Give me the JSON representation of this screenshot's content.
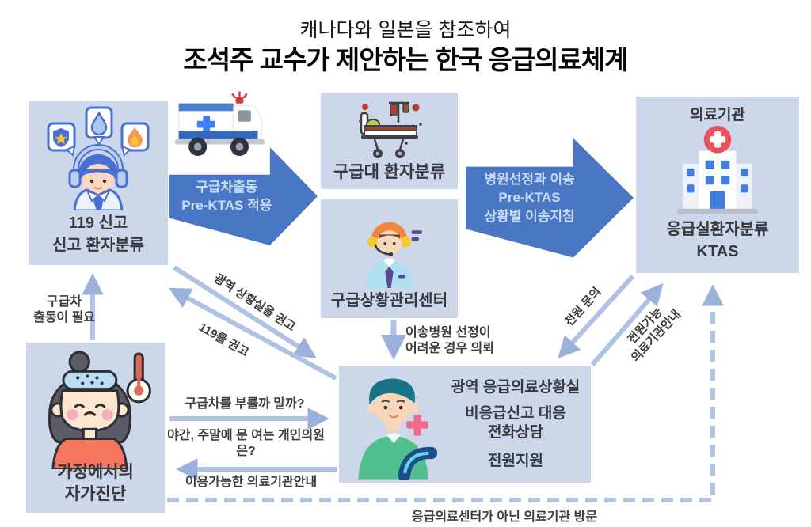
{
  "title": {
    "line1": "캐나다와 일본을 참조하여",
    "line2": "조석주 교수가 제안하는 한국 응급의료체계"
  },
  "boxes": {
    "report119": {
      "line1": "119 신고",
      "line2": "신고 환자분류"
    },
    "triage": {
      "label": "구급대 환자분류"
    },
    "control": {
      "label": "구급상황관리센터"
    },
    "hospital": {
      "title": "의료기관",
      "line1": "응급실환자분류",
      "line2": "KTAS"
    },
    "situation": {
      "line1": "광역 응급의료상황실",
      "line2": "비응급신고 대응",
      "line3": "전화상담",
      "line4": "전원지원"
    },
    "home": {
      "line1": "가정에서의",
      "line2": "자가진단"
    }
  },
  "big_arrows": {
    "dispatch": {
      "line1": "구급차출동",
      "line2": "Pre-KTAS 적용"
    },
    "transport": {
      "line1": "병원선정과 이송",
      "line2": "Pre-KTAS",
      "line3": "상황별 이송지침"
    }
  },
  "labels": {
    "need_ambulance_1": "구급차",
    "need_ambulance_2": "출동이 필요",
    "recommend_regional": "광역 상황실을 권고",
    "recommend_119": "119를 권고",
    "referral_1": "이송병원 선정이",
    "referral_2": "어려운 경우 의뢰",
    "transfer_inquiry": "전원 문의",
    "transfer_guide_1": "전원가능",
    "transfer_guide_2": "의료기관안내",
    "call_or_not": "구급차를 부를까 말까?",
    "night_clinic": "야간, 주말에 문 여는 개인의원은?",
    "available_guide": "이용가능한 의료기관안내",
    "non_emergency_visit": "응급의료센터가 아닌 의료기관 방문"
  },
  "colors": {
    "box_bg": "#ccd7e9",
    "big_arrow": "#4a77c4",
    "big_arrow_text": "#cadcf5",
    "flow_line": "#afc2e4",
    "flow_head": "#9cb1da",
    "text_dark": "#3c3c3c"
  }
}
